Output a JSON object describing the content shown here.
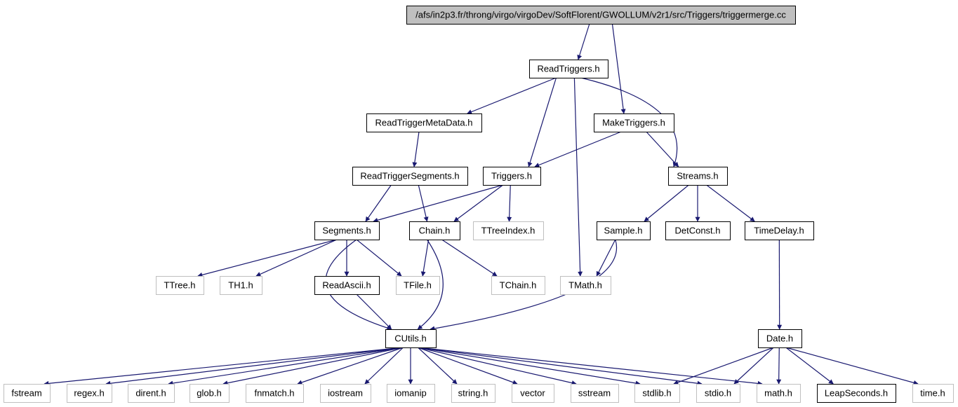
{
  "diagram": {
    "nodes": [
      {
        "id": "root",
        "label": "/afs/in2p3.fr/throng/virgo/virgoDev/SoftFlorent/GWOLLUM/v2r1/src/Triggers/triggermerge.cc",
        "style": "root"
      },
      {
        "id": "readtriggers",
        "label": "ReadTriggers.h",
        "style": "documented"
      },
      {
        "id": "readtriggermetadata",
        "label": "ReadTriggerMetaData.h",
        "style": "documented"
      },
      {
        "id": "maketriggers",
        "label": "MakeTriggers.h",
        "style": "documented"
      },
      {
        "id": "readtriggersegments",
        "label": "ReadTriggerSegments.h",
        "style": "documented"
      },
      {
        "id": "triggers",
        "label": "Triggers.h",
        "style": "documented"
      },
      {
        "id": "streams",
        "label": "Streams.h",
        "style": "documented"
      },
      {
        "id": "segments",
        "label": "Segments.h",
        "style": "documented"
      },
      {
        "id": "chain",
        "label": "Chain.h",
        "style": "documented"
      },
      {
        "id": "ttreeindex",
        "label": "TTreeIndex.h",
        "style": "external"
      },
      {
        "id": "sample",
        "label": "Sample.h",
        "style": "documented"
      },
      {
        "id": "detconst",
        "label": "DetConst.h",
        "style": "documented"
      },
      {
        "id": "timedelay",
        "label": "TimeDelay.h",
        "style": "documented"
      },
      {
        "id": "ttree",
        "label": "TTree.h",
        "style": "external"
      },
      {
        "id": "th1",
        "label": "TH1.h",
        "style": "external"
      },
      {
        "id": "readascii",
        "label": "ReadAscii.h",
        "style": "documented"
      },
      {
        "id": "tfile",
        "label": "TFile.h",
        "style": "external"
      },
      {
        "id": "tchain",
        "label": "TChain.h",
        "style": "external"
      },
      {
        "id": "tmath",
        "label": "TMath.h",
        "style": "external"
      },
      {
        "id": "cutils",
        "label": "CUtils.h",
        "style": "documented"
      },
      {
        "id": "date",
        "label": "Date.h",
        "style": "documented"
      },
      {
        "id": "fstream",
        "label": "fstream",
        "style": "external"
      },
      {
        "id": "regex",
        "label": "regex.h",
        "style": "external"
      },
      {
        "id": "dirent",
        "label": "dirent.h",
        "style": "external"
      },
      {
        "id": "glob",
        "label": "glob.h",
        "style": "external"
      },
      {
        "id": "fnmatch",
        "label": "fnmatch.h",
        "style": "external"
      },
      {
        "id": "iostream",
        "label": "iostream",
        "style": "external"
      },
      {
        "id": "iomanip",
        "label": "iomanip",
        "style": "external"
      },
      {
        "id": "string",
        "label": "string.h",
        "style": "external"
      },
      {
        "id": "vector",
        "label": "vector",
        "style": "external"
      },
      {
        "id": "sstream",
        "label": "sstream",
        "style": "external"
      },
      {
        "id": "stdlib",
        "label": "stdlib.h",
        "style": "external"
      },
      {
        "id": "stdio",
        "label": "stdio.h",
        "style": "external"
      },
      {
        "id": "math",
        "label": "math.h",
        "style": "external"
      },
      {
        "id": "leapseconds",
        "label": "LeapSeconds.h",
        "style": "documented"
      },
      {
        "id": "time",
        "label": "time.h",
        "style": "external"
      }
    ],
    "edges": [
      [
        "root",
        "readtriggers"
      ],
      [
        "root",
        "maketriggers"
      ],
      [
        "readtriggers",
        "readtriggermetadata"
      ],
      [
        "readtriggers",
        "triggers"
      ],
      [
        "readtriggers",
        "tmath"
      ],
      [
        "readtriggers",
        "streams"
      ],
      [
        "readtriggermetadata",
        "readtriggersegments"
      ],
      [
        "maketriggers",
        "triggers"
      ],
      [
        "maketriggers",
        "streams"
      ],
      [
        "readtriggersegments",
        "segments"
      ],
      [
        "readtriggersegments",
        "chain"
      ],
      [
        "triggers",
        "segments"
      ],
      [
        "triggers",
        "chain"
      ],
      [
        "triggers",
        "ttreeindex"
      ],
      [
        "streams",
        "sample"
      ],
      [
        "streams",
        "detconst"
      ],
      [
        "streams",
        "timedelay"
      ],
      [
        "segments",
        "ttree"
      ],
      [
        "segments",
        "th1"
      ],
      [
        "segments",
        "readascii"
      ],
      [
        "segments",
        "tfile"
      ],
      [
        "segments",
        "cutils"
      ],
      [
        "chain",
        "tfile"
      ],
      [
        "chain",
        "tchain"
      ],
      [
        "chain",
        "cutils"
      ],
      [
        "sample",
        "tmath"
      ],
      [
        "sample",
        "cutils"
      ],
      [
        "timedelay",
        "date"
      ],
      [
        "readascii",
        "cutils"
      ],
      [
        "cutils",
        "fstream"
      ],
      [
        "cutils",
        "regex"
      ],
      [
        "cutils",
        "dirent"
      ],
      [
        "cutils",
        "glob"
      ],
      [
        "cutils",
        "fnmatch"
      ],
      [
        "cutils",
        "iostream"
      ],
      [
        "cutils",
        "iomanip"
      ],
      [
        "cutils",
        "string"
      ],
      [
        "cutils",
        "vector"
      ],
      [
        "cutils",
        "sstream"
      ],
      [
        "cutils",
        "stdlib"
      ],
      [
        "cutils",
        "stdio"
      ],
      [
        "cutils",
        "math"
      ],
      [
        "date",
        "stdlib"
      ],
      [
        "date",
        "stdio"
      ],
      [
        "date",
        "math"
      ],
      [
        "date",
        "leapseconds"
      ],
      [
        "date",
        "time"
      ]
    ]
  },
  "colors": {
    "edge": "#191970",
    "root_fill": "#bfbfbf",
    "documented_border": "#000000",
    "external_border": "#bfbfbf",
    "external_text": "#000000",
    "node_fill": "#ffffff"
  }
}
